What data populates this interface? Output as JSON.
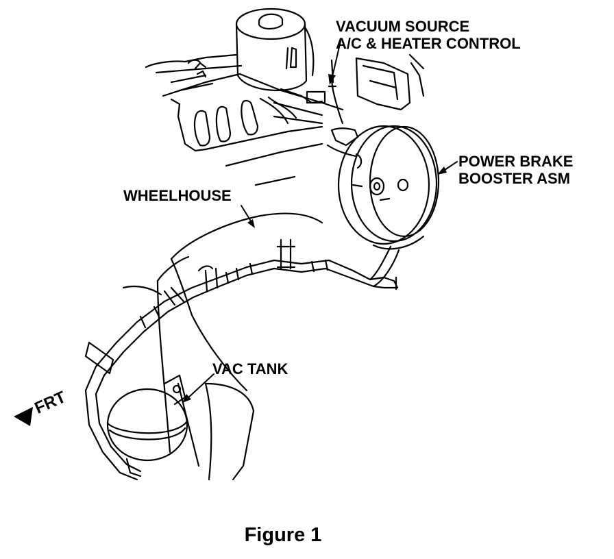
{
  "figure": {
    "caption": "Figure 1",
    "labels": {
      "vacuum_source_line1": "VACUUM SOURCE",
      "vacuum_source_line2": "A/C & HEATER CONTROL",
      "power_brake_line1": "POWER BRAKE",
      "power_brake_line2": "BOOSTER ASM",
      "wheelhouse": "WHEELHOUSE",
      "vac_tank": "VAC TANK",
      "front": "FRT"
    },
    "colors": {
      "ink": "#000000",
      "paper": "#ffffff"
    }
  }
}
